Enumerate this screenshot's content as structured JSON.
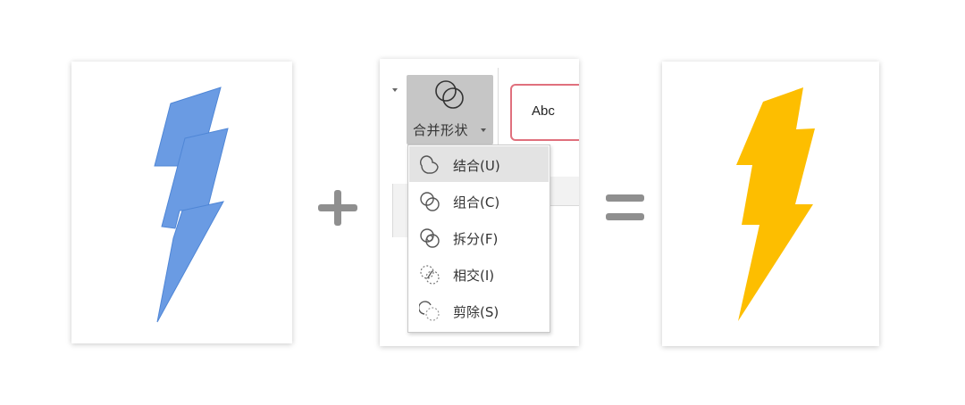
{
  "left_panel": {
    "shape": "lightning-bolt-split-pieces",
    "fill_color": "#6a9be3",
    "edge_color": "#4b7fcf"
  },
  "operator_plus": "+",
  "ribbon": {
    "merge_button_label": "合并形状",
    "shape_style_preview_label": "Abc",
    "merge_menu": {
      "items": [
        {
          "label": "结合(U)",
          "icon": "union-icon",
          "highlighted": true
        },
        {
          "label": "组合(C)",
          "icon": "combine-icon",
          "highlighted": false
        },
        {
          "label": "拆分(F)",
          "icon": "fragment-icon",
          "highlighted": false
        },
        {
          "label": "相交(I)",
          "icon": "intersect-icon",
          "highlighted": false
        },
        {
          "label": "剪除(S)",
          "icon": "subtract-icon",
          "highlighted": false
        }
      ]
    },
    "colors": {
      "button_bg": "#c6c6c6",
      "hover_bg": "#e3e3e3",
      "style_border": "#e0707d"
    }
  },
  "operator_equals": "=",
  "right_panel": {
    "shape": "lightning-bolt-merged",
    "fill_color": "#fdbe00"
  }
}
